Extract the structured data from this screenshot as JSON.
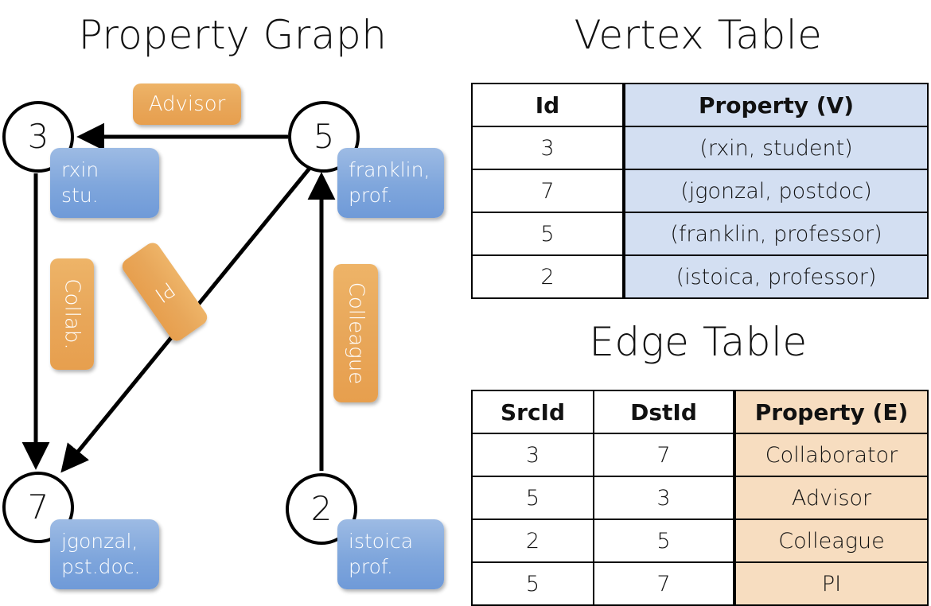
{
  "titles": {
    "property_graph": "Property Graph",
    "vertex_table": "Vertex Table",
    "edge_table": "Edge Table"
  },
  "graph": {
    "nodes": [
      {
        "id": "3",
        "name": "node-3"
      },
      {
        "id": "5",
        "name": "node-5"
      },
      {
        "id": "7",
        "name": "node-7"
      },
      {
        "id": "2",
        "name": "node-2"
      }
    ],
    "property_boxes": [
      {
        "node": "3",
        "line1": "rxin",
        "line2": "stu."
      },
      {
        "node": "5",
        "line1": "franklin,",
        "line2": "prof."
      },
      {
        "node": "7",
        "line1": "jgonzal,",
        "line2": "pst.doc."
      },
      {
        "node": "2",
        "line1": "istoica",
        "line2": "prof."
      }
    ],
    "edge_labels": [
      {
        "label": "Advisor",
        "orientation": "horizontal"
      },
      {
        "label": "Collab.",
        "orientation": "vertical"
      },
      {
        "label": "PI",
        "orientation": "diagonal"
      },
      {
        "label": "Colleague",
        "orientation": "vertical"
      }
    ],
    "edges": [
      {
        "from": "5",
        "to": "3",
        "label": "Advisor"
      },
      {
        "from": "3",
        "to": "7",
        "label": "Collab."
      },
      {
        "from": "5",
        "to": "7",
        "label": "PI"
      },
      {
        "from": "2",
        "to": "5",
        "label": "Colleague"
      }
    ]
  },
  "vertex_table": {
    "columns": [
      "Id",
      "Property (V)"
    ],
    "rows": [
      {
        "id": "3",
        "property": "(rxin, student)"
      },
      {
        "id": "7",
        "property": "(jgonzal, postdoc)"
      },
      {
        "id": "5",
        "property": "(franklin, professor)"
      },
      {
        "id": "2",
        "property": "(istoica, professor)"
      }
    ],
    "header_fill": "#d3dff2"
  },
  "edge_table": {
    "columns": [
      "SrcId",
      "DstId",
      "Property (E)"
    ],
    "rows": [
      {
        "src": "3",
        "dst": "7",
        "property": "Collaborator"
      },
      {
        "src": "5",
        "dst": "3",
        "property": "Advisor"
      },
      {
        "src": "2",
        "dst": "5",
        "property": "Colleague"
      },
      {
        "src": "5",
        "dst": "7",
        "property": "PI"
      }
    ],
    "header_fill": "#f7ddc0"
  },
  "colors": {
    "node_blue": "#7fa6dc",
    "edge_orange": "#e8a75a",
    "vertex_cell": "#d3dff2",
    "edge_cell": "#f7ddc0",
    "line": "#000000"
  }
}
